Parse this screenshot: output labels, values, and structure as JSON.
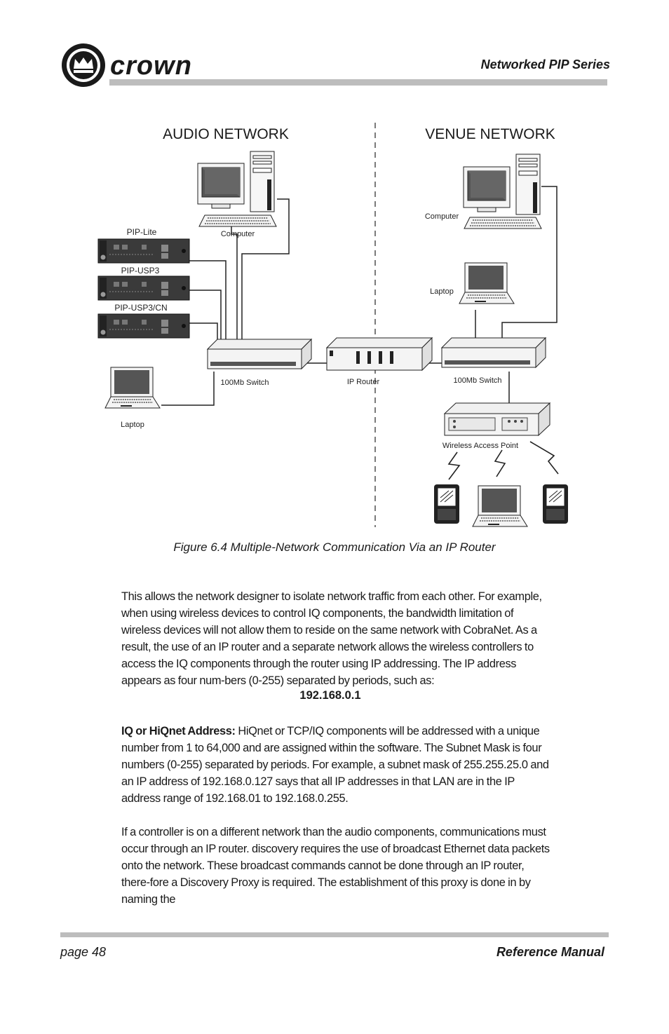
{
  "header": {
    "brand": "crown",
    "series_title": "Networked PIP Series"
  },
  "diagram": {
    "audio_network_title": "AUDIO NETWORK",
    "venue_network_title": "VENUE NETWORK",
    "labels": {
      "computer_audio": "Computer",
      "pip_lite": "PIP-Lite",
      "pip_usp3": "PIP-USP3",
      "pip_usp3cn": "PIP-USP3/CN",
      "switch_audio": "100Mb Switch",
      "laptop_audio": "Laptop",
      "ip_router": "IP Router",
      "computer_venue": "Computer",
      "laptop_venue": "Laptop",
      "switch_venue": "100Mb Switch",
      "wireless_ap": "Wireless Access Point"
    }
  },
  "figure_caption": "Figure 6.4  Multiple-Network Communication Via an IP Router",
  "body": {
    "para1": "This allows the network designer to isolate network traffic from each other. For example, when using wireless devices to control IQ components, the bandwidth limitation of wireless devices will not allow them to reside on the same network with CobraNet. As a result, the use of an IP router and a separate network allows the wireless controllers to access the IQ components through the router using IP addressing. The IP address appears as four num-bers (0-255) separated by periods, such as:",
    "ip_example": "192.168.0.1",
    "para2_label": "IQ or HiQnet Address:",
    "para2": " HiQnet or TCP/IQ  components will be addressed with a unique number from 1 to 64,000 and are assigned within the software. The Subnet Mask is four numbers (0-255) separated by periods. For example, a subnet mask of 255.255.25.0 and an IP address of 192.168.0.127 says that all IP addresses in that LAN are in the IP address range of 192.168.01 to 192.168.0.255.",
    "para3": "If a  controller is on a different network than the audio components, communications must occur through an IP router.  discovery requires the use of broadcast Ethernet data packets onto the network. These broadcast commands cannot be done through an IP router, there-fore a Discovery Proxy is required. The establishment of this proxy is done in by naming the"
  },
  "footer": {
    "page": "page 48",
    "manual": "Reference Manual"
  }
}
